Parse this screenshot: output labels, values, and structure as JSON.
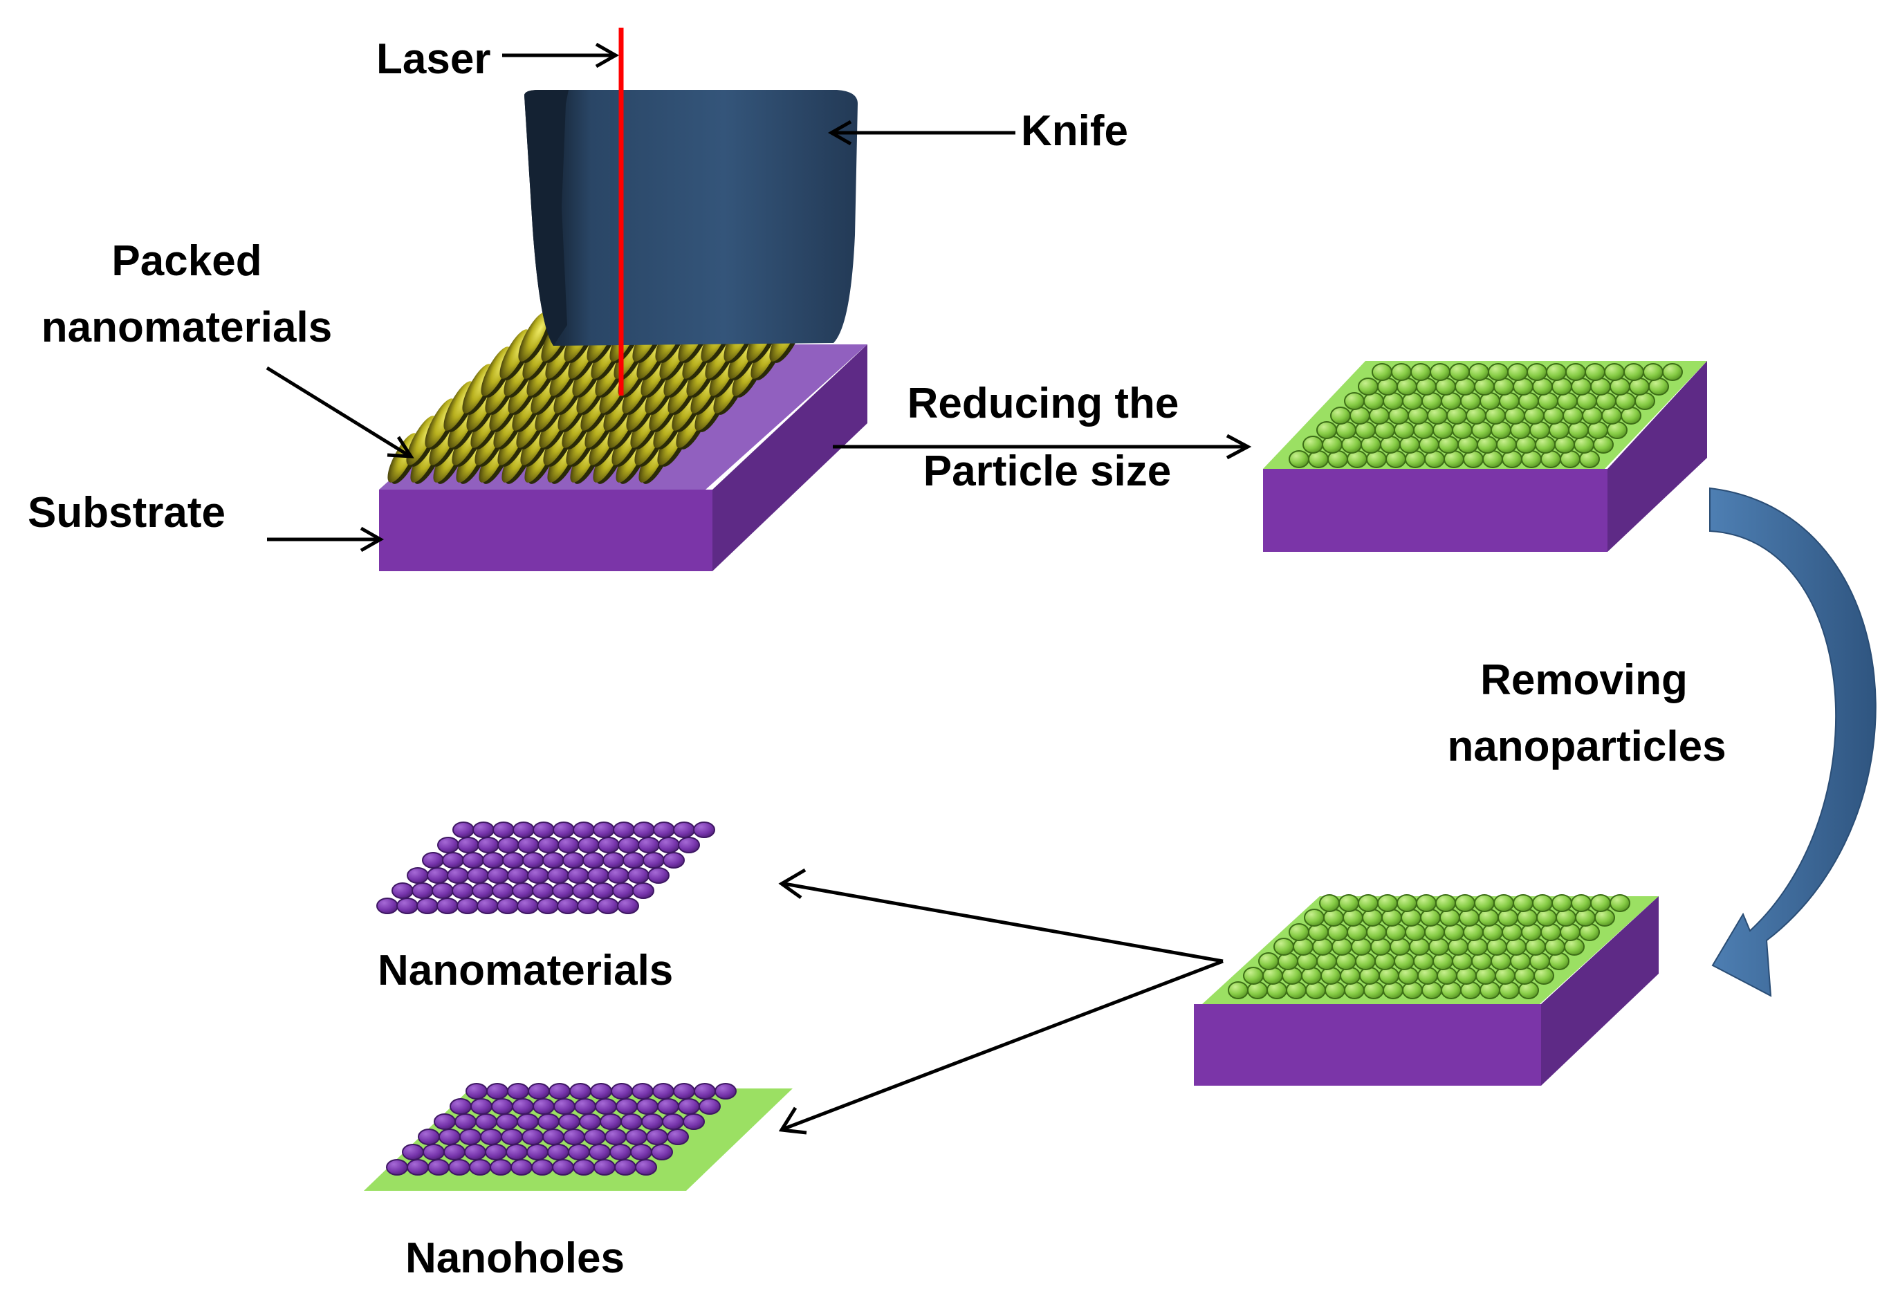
{
  "labels": {
    "laser": "Laser",
    "knife": "Knife",
    "packed_line1": "Packed",
    "packed_line2": "nanomaterials",
    "substrate": "Substrate",
    "reducing_line1": "Reducing the",
    "reducing_line2": "Particle size",
    "removing_line1": "Removing",
    "removing_line2": "nanoparticles",
    "nanomaterials": "Nanomaterials",
    "nanoholes": "Nanoholes"
  },
  "colors": {
    "substrate_front": "#7B35A8",
    "substrate_side": "#5E2A86",
    "substrate_top": "#9160BF",
    "knife": "#2E4A6B",
    "knife_dark": "#142233",
    "laser": "#FF0000",
    "yellow_particle": "#D7D02A",
    "yellow_shadow": "#2A2A08",
    "green_particle": "#8ED44F",
    "green_layer": "#9BE063",
    "purple_particle": "#7A36B0",
    "curved_arrow": "#3F6A99"
  },
  "icons": {
    "laser": "laser-beam-icon",
    "knife": "knife-blade-icon",
    "process_arrow": "curved-arrow-icon"
  }
}
